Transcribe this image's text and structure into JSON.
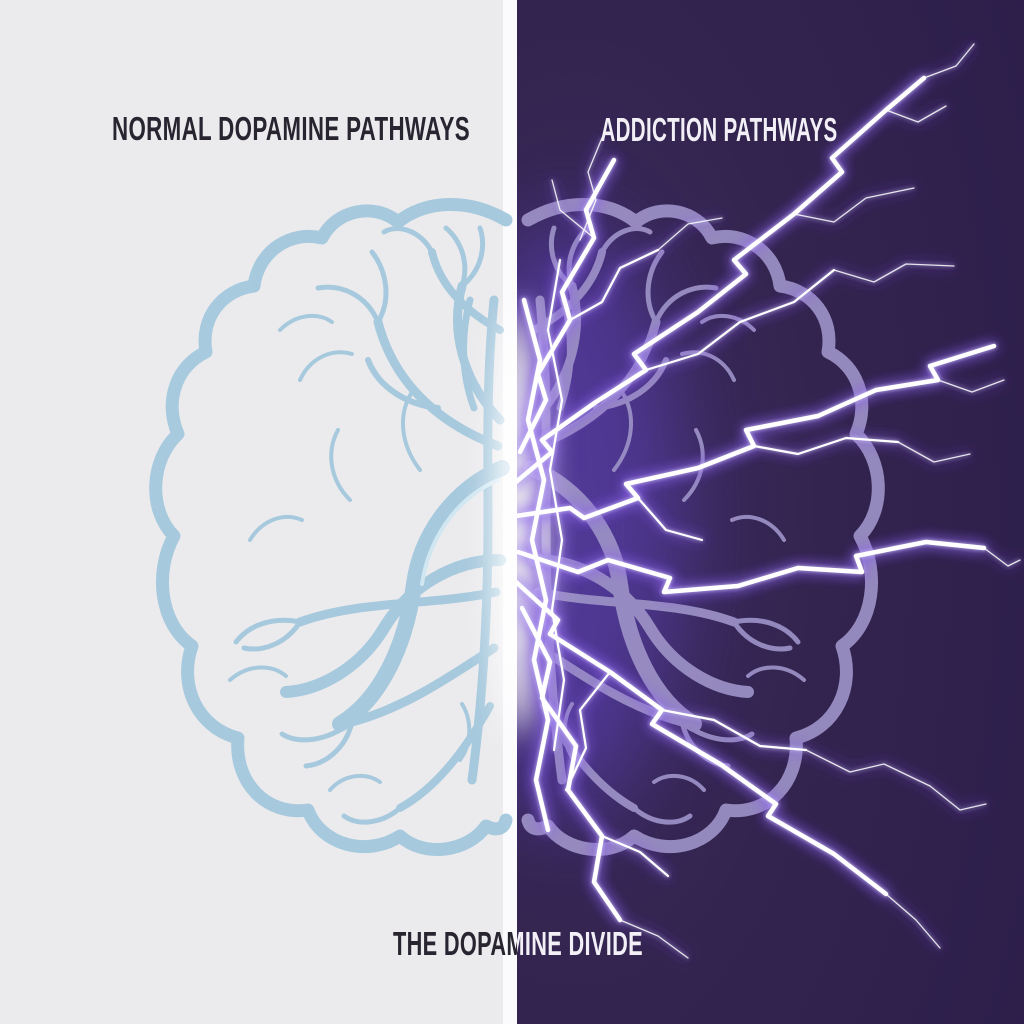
{
  "left_panel": {
    "title": "NORMAL DOPAMINE PATHWAYS",
    "background_color": "#ebebee",
    "brain_color": "#a4c8dd",
    "brain_highlight_color": "#cfe7f3",
    "text_color": "#282430"
  },
  "right_panel": {
    "title": "ADDICTION PATHWAYS",
    "background_color": "#312251",
    "brain_color": "#9d92c7",
    "lightning_core_color": "#ffffff",
    "lightning_glow_color": "#8b63ec",
    "text_color": "#f2f0f6"
  },
  "divider": {
    "band_color": "#fbfbfe"
  },
  "footer": {
    "title": "THE DOPAMINE DIVIDE"
  }
}
